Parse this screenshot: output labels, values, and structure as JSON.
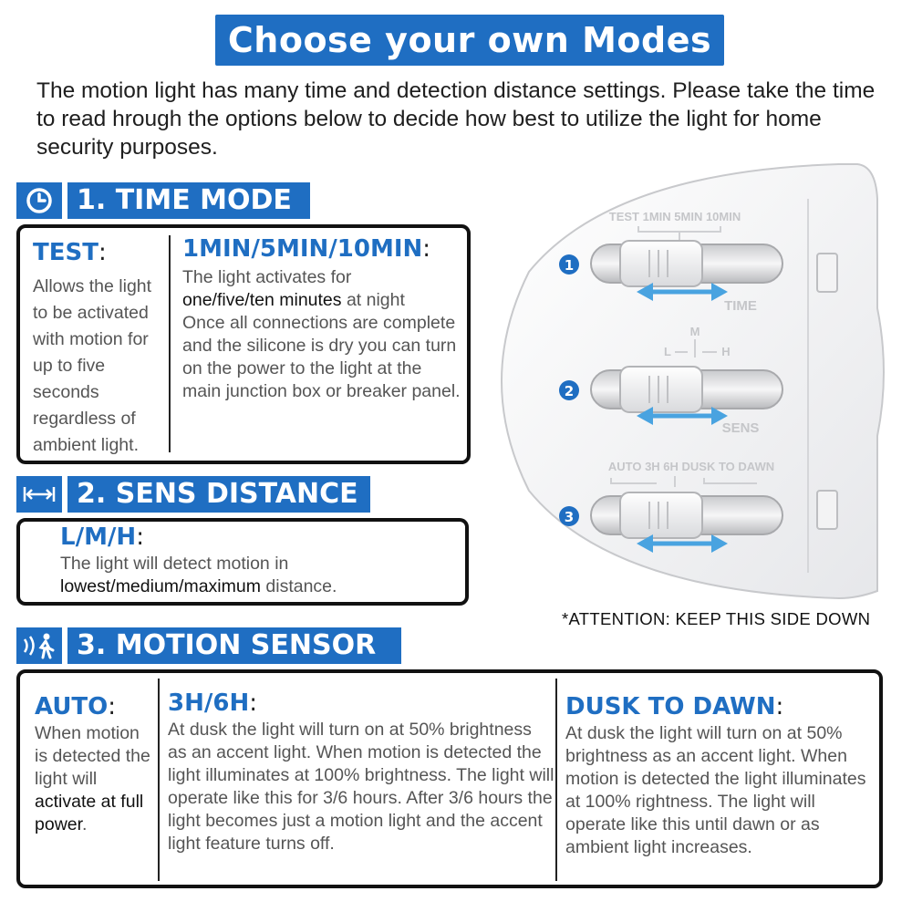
{
  "title": "Choose your own Modes",
  "intro": "The motion light has many time and detection distance settings. Please take the time to read hrough the options below to decide how best to utilize the light for home security purposes.",
  "sections": {
    "time_mode": {
      "icon": "clock-icon",
      "label": "1. TIME MODE",
      "test": {
        "heading": "TEST",
        "body": "Allows the light to be activated with motion for up to five seconds regardless of ambient light."
      },
      "minutes": {
        "heading": "1MIN/5MIN/10MIN",
        "line1": "The light activates for",
        "emphasis": "one/five/ten minutes",
        "line2": "at night",
        "body": "Once all connections are complete and the silicone is dry you can turn on the power to the light at the main junction box or breaker panel."
      }
    },
    "sens_distance": {
      "icon": "distance-arrows-icon",
      "label": "2. SENS DISTANCE",
      "heading": "L/M/H",
      "line1": "The light will detect motion in",
      "emphasis": "lowest/medium/maximum",
      "line2": "distance."
    },
    "motion_sensor": {
      "icon": "motion-person-icon",
      "label": "3. MOTION SENSOR",
      "auto": {
        "heading": "AUTO",
        "body": "When motion is detected the light will",
        "emphasis": "activate at full power",
        "end": "."
      },
      "hours": {
        "heading": "3H/6H",
        "body": "At dusk the light will turn on at 50% brightness as an accent light. When motion is detected the light illuminates at 100% brightness. The light will operate like this for 3/6 hours. After 3/6 hours the light becomes just a motion light and the accent light feature turns off."
      },
      "dusk": {
        "heading": "DUSK TO DAWN",
        "body": "At dusk the light will turn on at 50% brightness as an accent light. When motion is detected the light illuminates at 100% rightness. The light will operate like this until dawn or as ambient light increases."
      }
    }
  },
  "device": {
    "switch1": {
      "number": "1",
      "labels": "TEST 1MIN 5MIN 10MIN",
      "name": "TIME"
    },
    "switch2": {
      "number": "2",
      "labels_top": "M",
      "labels_low": "L",
      "labels_high": "H",
      "name": "SENS"
    },
    "switch3": {
      "number": "3",
      "labels": "AUTO 3H 6H DUSK TO DAWN",
      "name": ""
    }
  },
  "attention": "*ATTENTION: KEEP THIS SIDE DOWN",
  "colors": {
    "accent": "#1f6ec2",
    "border": "#111111",
    "arrow": "#49a3e0"
  }
}
